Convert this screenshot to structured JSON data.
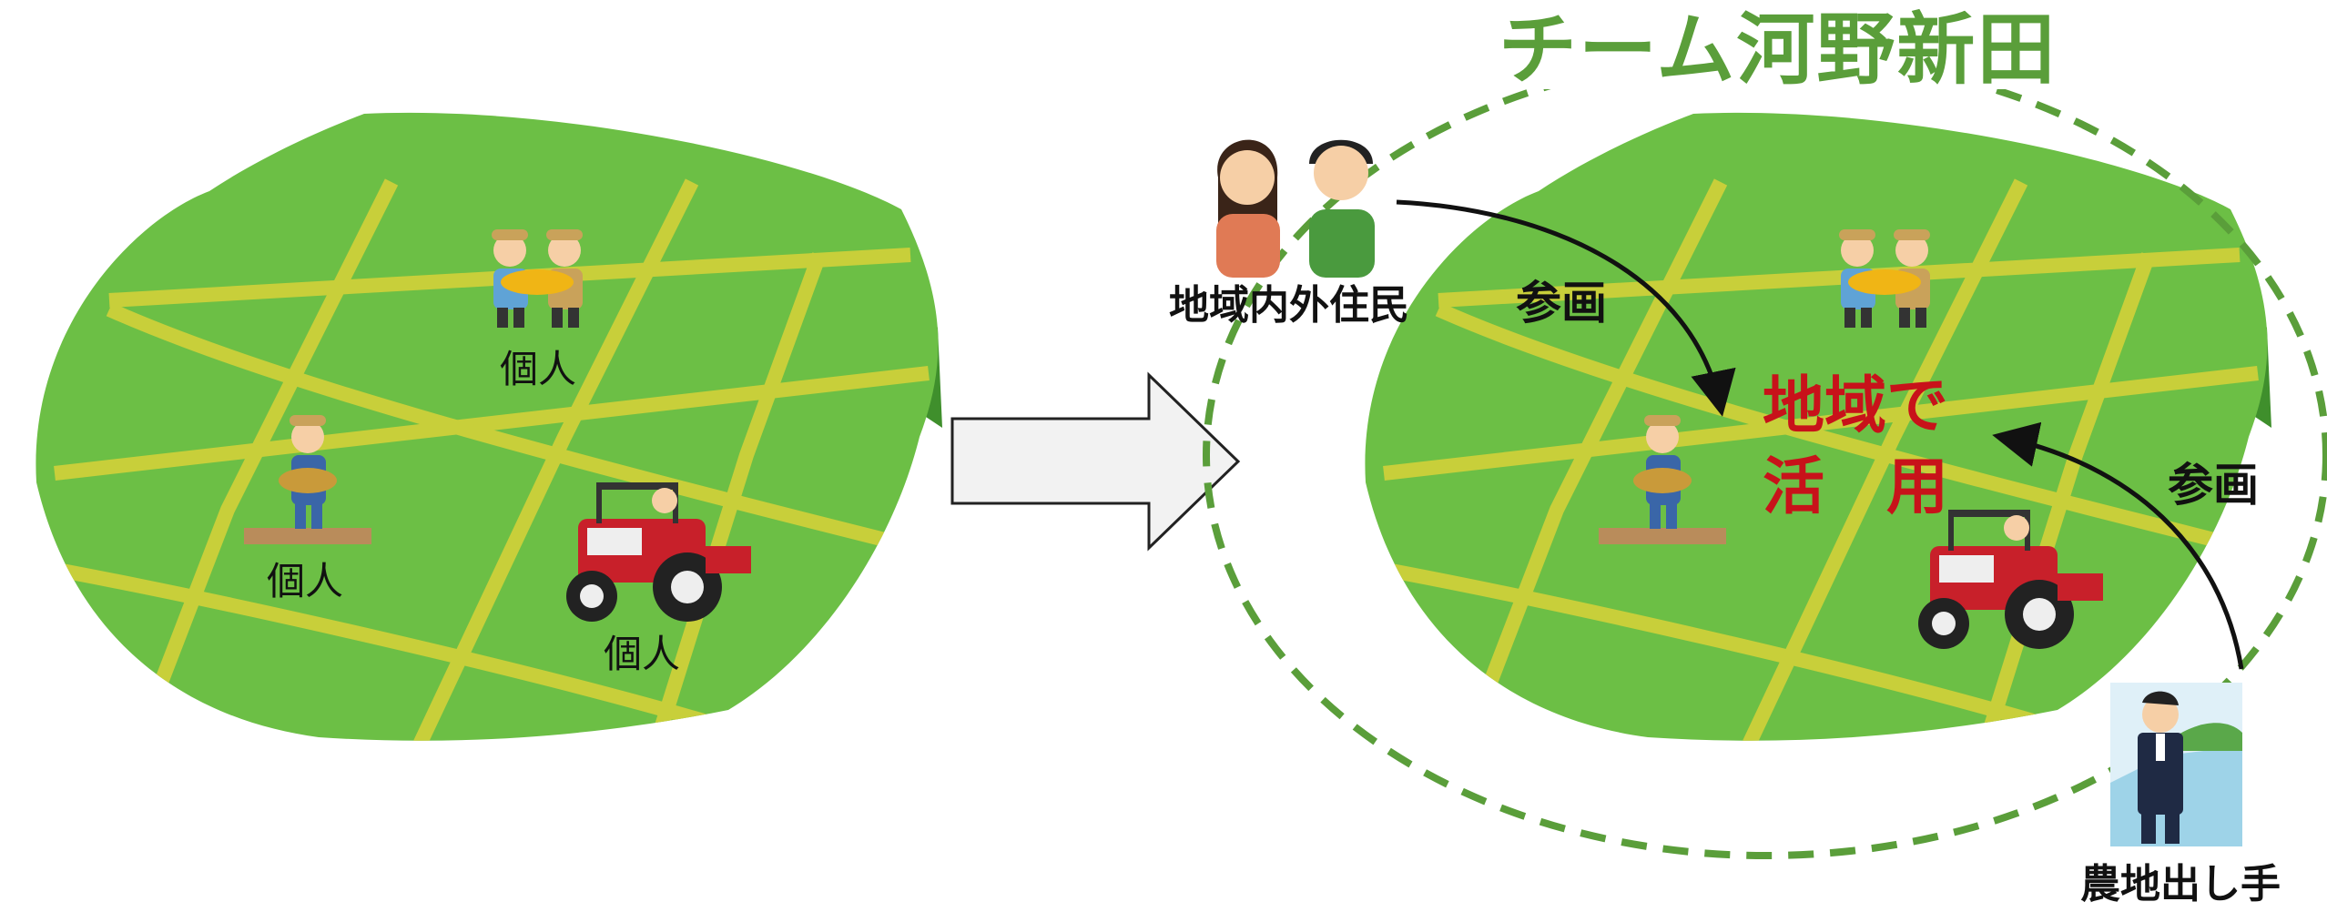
{
  "left_panel": {
    "labels": [
      "個人",
      "個人",
      "個人"
    ]
  },
  "right_panel": {
    "team_title": "チーム河野新田",
    "residents_label": "地域内外住民",
    "participation_label_1": "参画",
    "participation_label_2": "参画",
    "center_line1": "地域で",
    "center_line2": "活　用",
    "landowner_label": "農地出し手"
  },
  "colors": {
    "field_green": "#6cbf45",
    "path_yellow": "#c8cf3a",
    "mountain_green": "#3f8f2c",
    "dash_green": "#5a9e3a",
    "accent_red": "#c8121a"
  }
}
